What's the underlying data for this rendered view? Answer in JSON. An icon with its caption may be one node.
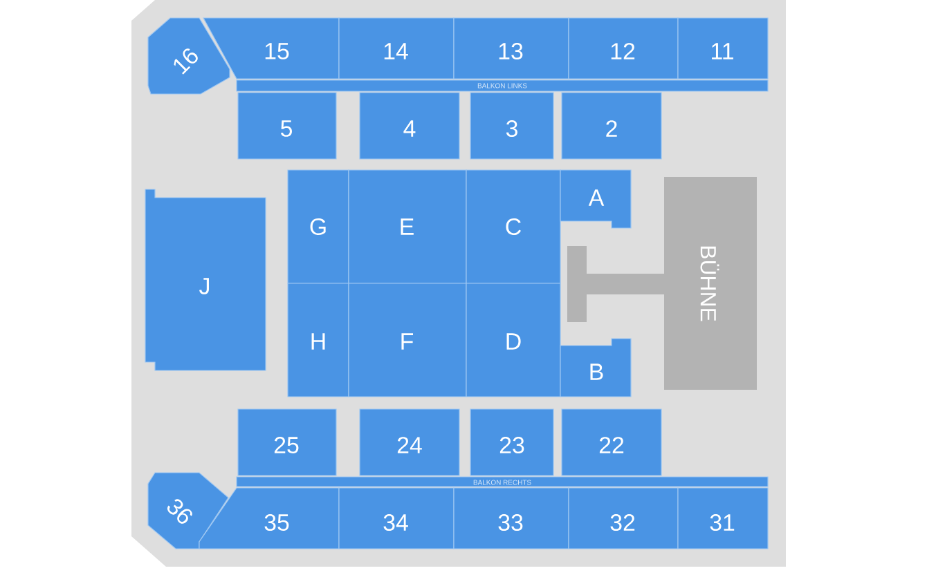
{
  "diagram": {
    "nodes": [
      {
        "text": [
          "16"
        ]
      },
      {
        "text": [
          "15"
        ]
      },
      {
        "text": [
          "14"
        ]
      },
      {
        "text": [
          "13"
        ]
      },
      {
        "text": [
          "12"
        ]
      },
      {
        "text": [
          "11"
        ]
      },
      {
        "text": [
          "BALKON LINKS"
        ]
      },
      {
        "text": [
          "5"
        ]
      },
      {
        "text": [
          "4"
        ]
      },
      {
        "text": [
          "3"
        ]
      },
      {
        "text": [
          "2"
        ]
      },
      {
        "text": [
          "G"
        ]
      },
      {
        "text": [
          "E"
        ]
      },
      {
        "text": [
          "C"
        ]
      },
      {
        "text": [
          "A"
        ]
      },
      {
        "text": [
          "J"
        ]
      },
      {
        "text": [
          "BÜHNE"
        ]
      },
      {
        "text": [
          "H"
        ]
      },
      {
        "text": [
          "F"
        ]
      },
      {
        "text": [
          "D"
        ]
      },
      {
        "text": [
          "B"
        ]
      },
      {
        "text": [
          "25"
        ]
      },
      {
        "text": [
          "24"
        ]
      },
      {
        "text": [
          "23"
        ]
      },
      {
        "text": [
          "22"
        ]
      },
      {
        "text": [
          "BALKON RECHTS"
        ]
      },
      {
        "text": [
          "36"
        ]
      },
      {
        "text": [
          "35"
        ]
      },
      {
        "text": [
          "34"
        ]
      },
      {
        "text": [
          "33"
        ]
      },
      {
        "text": [
          "32"
        ]
      },
      {
        "text": [
          "31"
        ]
      }
    ]
  }
}
